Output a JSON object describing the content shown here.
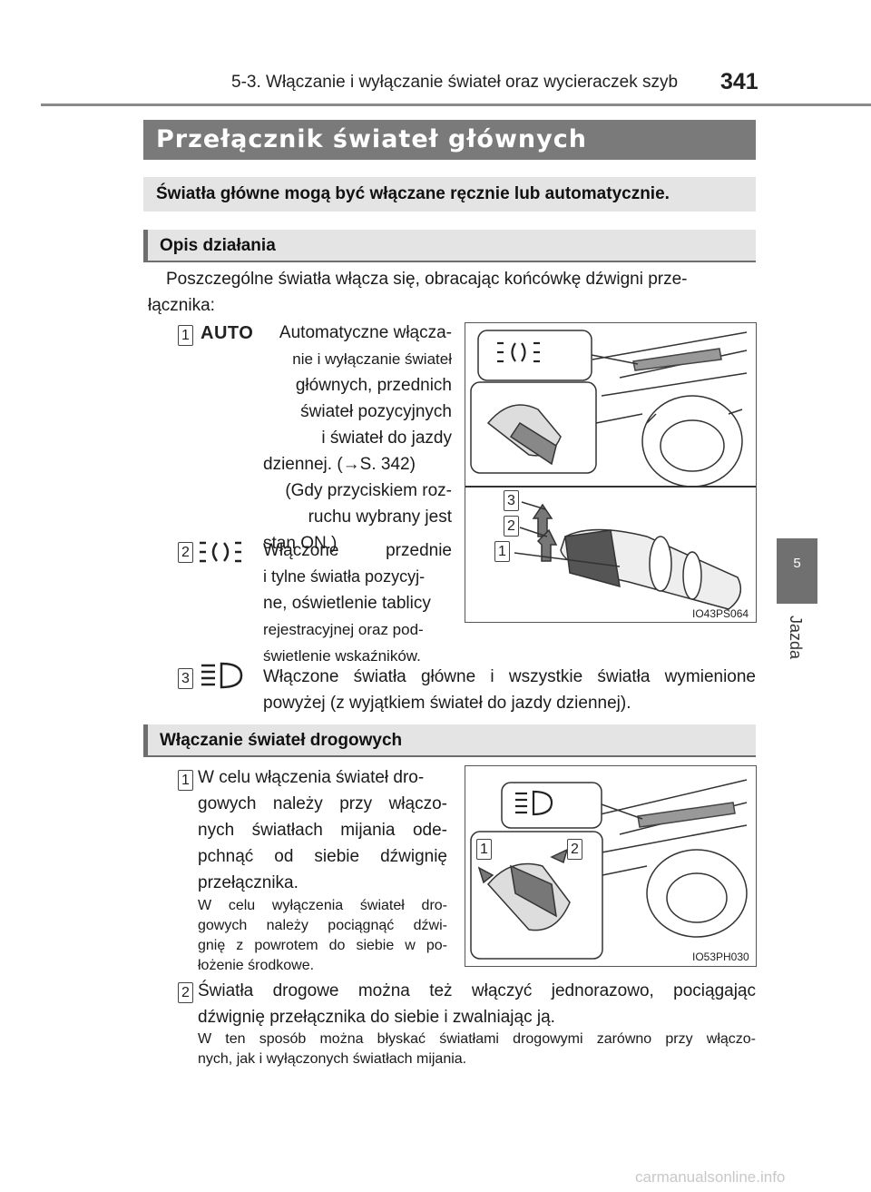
{
  "header": {
    "section_title": "5-3. Włączanie i wyłączanie świateł oraz wycieraczek szyb",
    "page_number": "341"
  },
  "side_tab": {
    "chapter_number": "5",
    "chapter_label": "Jazda"
  },
  "title": "Przełącznik świateł głównych",
  "summary": "Światła główne mogą być włączane ręcznie lub automatycznie.",
  "section_operation": {
    "heading": "Opis działania",
    "intro_line1": "Poszczególne światła włącza się, obracając końcówkę dźwigni prze-",
    "intro_line2": "łącznika:",
    "items": [
      {
        "number": "1",
        "symbol_text": "AUTO",
        "lines": [
          "Automatyczne włącza-",
          "nie i wyłączanie świateł",
          "głównych, przednich",
          "świateł pozycyjnych",
          "i świateł do jazdy",
          "dziennej. (→S. 342)",
          "(Gdy przyciskiem roz-",
          "ruchu wybrany jest",
          "stan ON.)"
        ]
      },
      {
        "number": "2",
        "lines": [
          "Włączone przednie",
          "i tylne światła pozycyj-",
          "ne, oświetlenie tablicy",
          "rejestracyjnej oraz pod-",
          "świetlenie wskaźników."
        ]
      },
      {
        "number": "3",
        "lines": [
          "Włączone światła główne i wszystkie światła wymienione",
          "powyżej (z wyjątkiem świateł do jazdy dziennej)."
        ]
      }
    ],
    "figure": {
      "code": "IO43PS064",
      "callouts": [
        "3",
        "2",
        "1"
      ]
    }
  },
  "section_high_beam": {
    "heading": "Włączanie świateł drogowych",
    "item1_lines": [
      "W celu włączenia świateł dro-",
      "gowych należy przy włączo-",
      "nych światłach mijania ode-",
      "pchnąć od siebie dźwignię",
      "przełącznika."
    ],
    "item1_number": "1",
    "item1_note_lines": [
      "W celu wyłączenia świateł dro-",
      "gowych należy pociągnąć dźwi-",
      "gnię z powrotem do siebie w po-",
      "łożenie środkowe."
    ],
    "item2_number": "2",
    "item2_lines": [
      "Światła drogowe można też włączyć jednorazowo, pociągając",
      "dźwignię przełącznika do siebie i zwalniając ją."
    ],
    "item2_note_lines": [
      "W ten sposób można błyskać światłami drogowymi zarówno przy włączo-",
      "nych, jak i wyłączonych światłach mijania."
    ],
    "figure": {
      "code": "IO53PH030",
      "callouts": [
        "1",
        "2"
      ]
    }
  },
  "watermark": "carmanualsonline.info"
}
